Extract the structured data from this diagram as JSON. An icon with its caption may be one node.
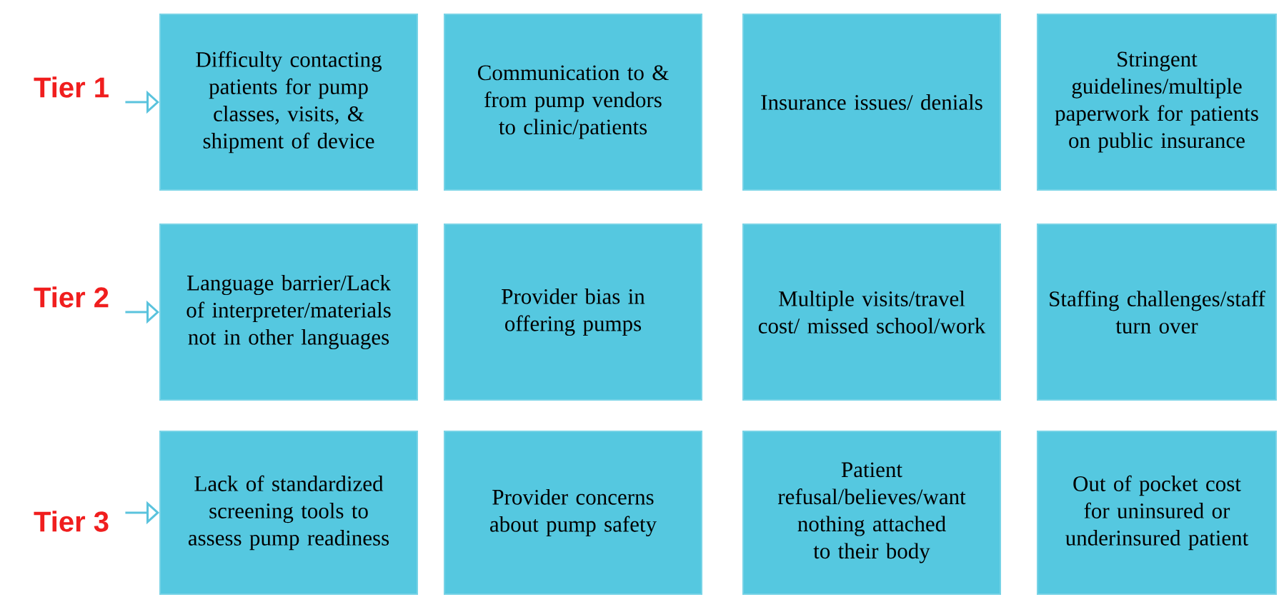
{
  "diagram": {
    "nodes": [
      {
        "text": [
          "Tier 1"
        ]
      },
      {
        "text": [
          "Difficulty contacting patients for pump classes, visits, & shipment of device"
        ]
      },
      {
        "text": [
          "Communication to & from pump vendors to clinic/patients"
        ]
      },
      {
        "text": [
          "Insurance issues/ denials"
        ]
      },
      {
        "text": [
          "Stringent guidelines/multiple paperwork for patients on public insurance"
        ]
      },
      {
        "text": [
          "Tier 2"
        ]
      },
      {
        "text": [
          "Language barrier/Lack of interpreter/materials not in other languages"
        ]
      },
      {
        "text": [
          "Provider bias in offering pumps"
        ]
      },
      {
        "text": [
          "Multiple visits/travel cost/ missed school/work"
        ]
      },
      {
        "text": [
          "Staffing challenges/staff turn over"
        ]
      },
      {
        "text": [
          "Tier 3"
        ]
      },
      {
        "text": [
          "Lack of standardized screening tools to assess pump readiness"
        ]
      },
      {
        "text": [
          "Provider concerns about pump safety"
        ]
      },
      {
        "text": [
          "Patient refusal/believes/want nothing attached to their body"
        ]
      },
      {
        "text": [
          "Out of pocket cost for uninsured or underinsured patient"
        ]
      }
    ],
    "edges": [
      {
        "from": 0,
        "to": 1,
        "arrow": "to"
      },
      {
        "from": 5,
        "to": 6,
        "arrow": "to"
      },
      {
        "from": 10,
        "to": 11,
        "arrow": "to"
      }
    ]
  }
}
